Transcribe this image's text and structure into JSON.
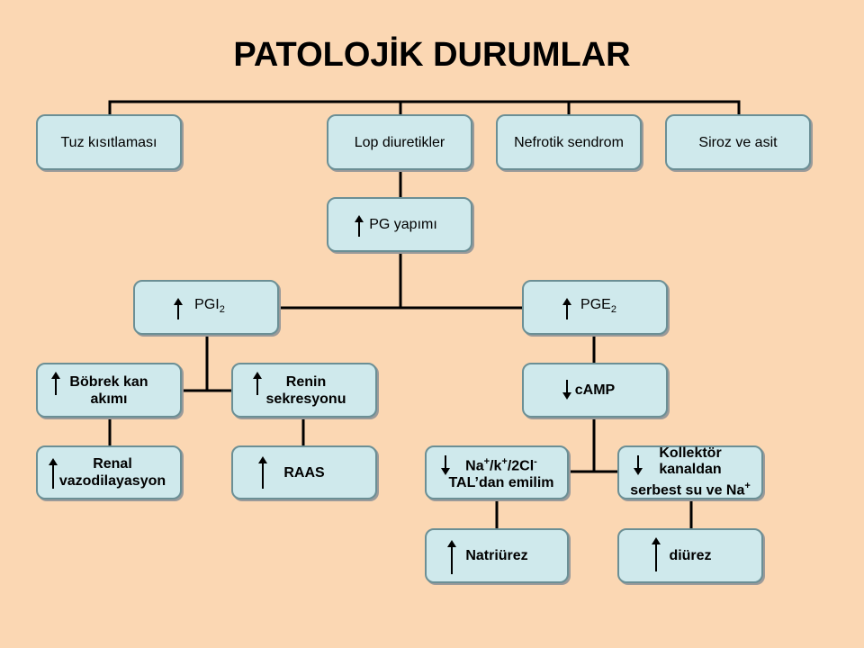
{
  "title": "PATOLOJİK DURUMLAR",
  "causes": {
    "salt_restriction": "Tuz kısıtlaması",
    "loop_diuretics": "Lop diuretikler",
    "nephrotic_syndrome": "Nefrotik sendrom",
    "cirrhosis_ascites": "Siroz ve asit"
  },
  "pg_synthesis": {
    "label": "PG yapımı",
    "arrow": "up"
  },
  "pgi2": {
    "base": "PGI",
    "sub": "2",
    "arrow": "up"
  },
  "pge2": {
    "base": "PGE",
    "sub": "2",
    "arrow": "up"
  },
  "renal_blood_flow": {
    "line1": "Böbrek kan",
    "line2": "akımı",
    "arrow": "up"
  },
  "renin_secretion": {
    "line1": "Renin",
    "line2": "sekresyonu",
    "arrow": "up"
  },
  "camp": {
    "label": "cAMP",
    "arrow": "down"
  },
  "renal_vasodilation": {
    "line1": "Renal",
    "line2": "vazodilayasyon",
    "arrow": "up"
  },
  "raas": {
    "label": "RAAS",
    "arrow": "up"
  },
  "tal_reabsorption": {
    "na": "Na",
    "plus1": "+",
    "k": "/k",
    "plus2": "+",
    "cl": "/2Cl",
    "minus": "-",
    "line2": "TAL’dan emilim",
    "arrow": "down"
  },
  "collecting_duct": {
    "line1": "Kollektör",
    "line2": "kanaldan",
    "line3": "serbest su ve Na",
    "plus": "+",
    "arrow": "down"
  },
  "natriuresis": {
    "label": "Natriürez",
    "arrow": "up"
  },
  "diuresis": {
    "label": "diürez",
    "arrow": "up"
  },
  "colors": {
    "background": "#fbd7b3",
    "box_fill": "#cfe9ec",
    "box_border": "#6b8f95",
    "connector": "#000000"
  }
}
